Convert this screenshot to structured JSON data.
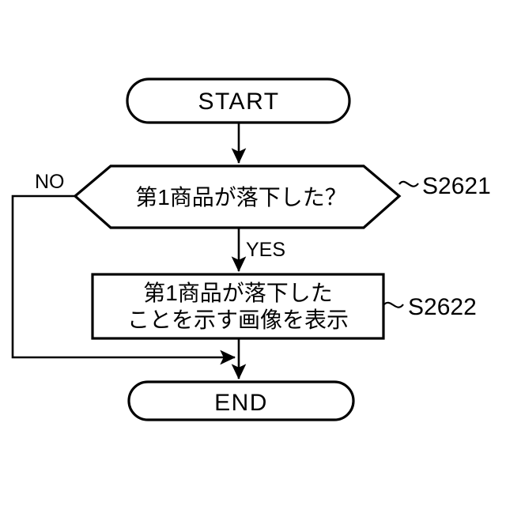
{
  "diagram": {
    "type": "flowchart",
    "title": "",
    "nodes": [
      {
        "id": "start",
        "kind": "terminal",
        "label": "START"
      },
      {
        "id": "decision",
        "kind": "decision",
        "label": "第1商品が落下した？",
        "step_label": "S2621",
        "branches": {
          "no": "NO",
          "yes": "YES"
        }
      },
      {
        "id": "process",
        "kind": "process",
        "label_line1": "第1商品が落下した",
        "label_line2": "ことを示す画像を表示",
        "step_label": "S2622"
      },
      {
        "id": "end",
        "kind": "terminal",
        "label": "END"
      }
    ]
  },
  "colors": {
    "stroke": "#000000",
    "fill": "#ffffff",
    "background": "#ffffff"
  }
}
